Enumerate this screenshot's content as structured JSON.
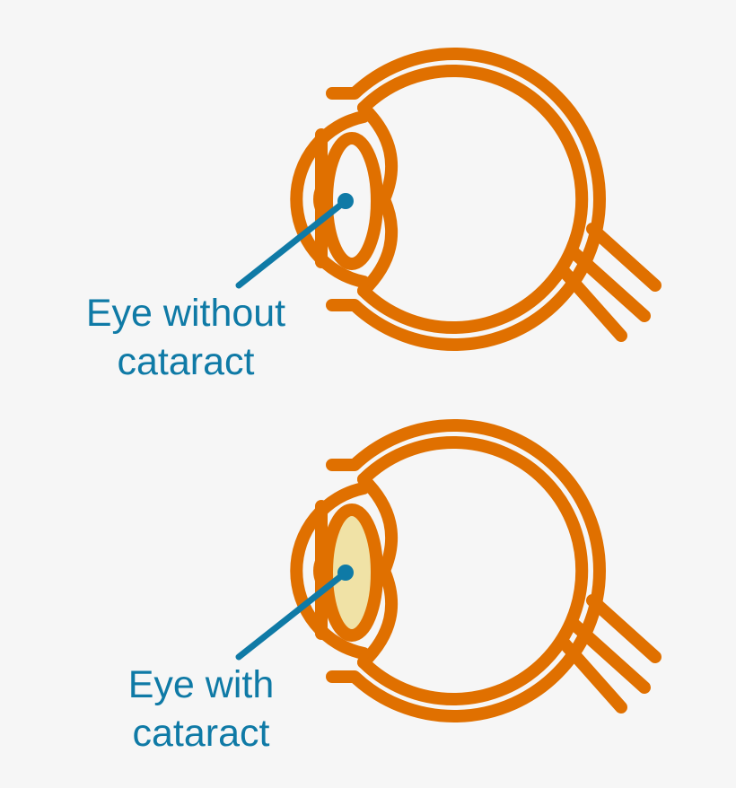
{
  "labels": {
    "without_cataract": {
      "line1": "Eye without",
      "line2": "cataract"
    },
    "with_cataract": {
      "line1": "Eye with",
      "line2": "cataract"
    }
  },
  "colors": {
    "eye_outline": "#e07000",
    "pointer": "#0f7aa6",
    "cataract_lens": "#f0e2a6",
    "background": "#f6f6f6"
  }
}
